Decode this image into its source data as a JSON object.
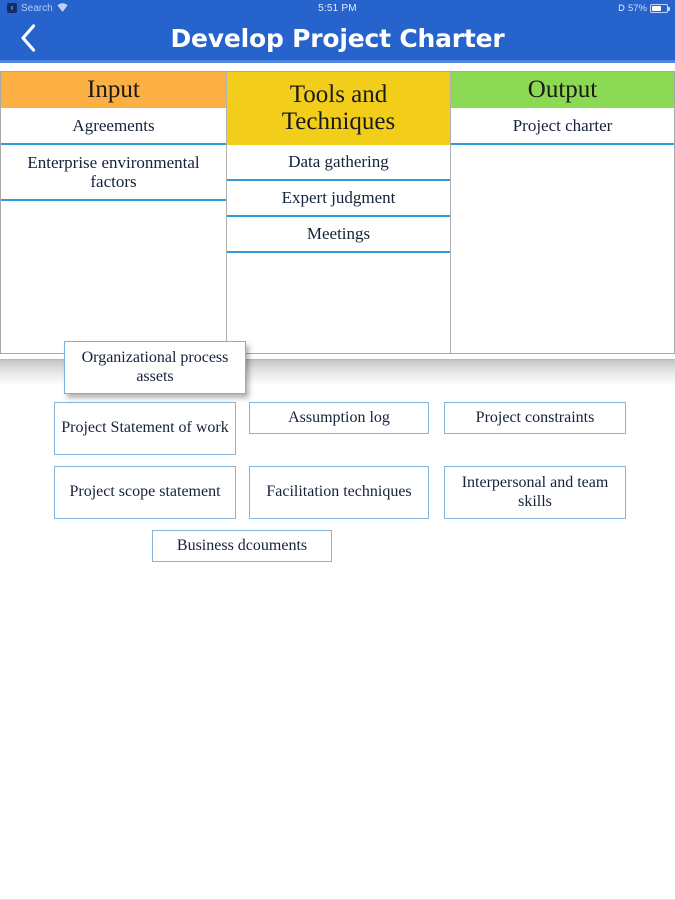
{
  "status_bar": {
    "back_glyph": "‹",
    "search_label": "Search",
    "wifi_icon": "wifi-icon",
    "time": "5:51 PM",
    "bluetooth_icon": "bluetooth-icon",
    "battery_percent": "57%",
    "battery_level": 57
  },
  "nav": {
    "back_icon": "chevron-left-icon",
    "title": "Develop Project Charter"
  },
  "matrix": {
    "columns": [
      {
        "header": "Input",
        "header_color": "#fcaf42",
        "rows": [
          "Agreements",
          "Enterprise environmental factors"
        ],
        "dropzone_color": "#0b8009"
      },
      {
        "header": "Tools and Techniques",
        "header_color": "#f2ce1b",
        "rows": [
          "Data gathering",
          "Expert judgment",
          "Meetings"
        ]
      },
      {
        "header": "Output",
        "header_color": "#8cda54",
        "rows": [
          "Project charter"
        ]
      }
    ],
    "dragged_card": "Organizational process assets",
    "row_divider_color": "#2f9bd8"
  },
  "tray": {
    "rows": [
      [
        "Project Statement of work",
        "Assumption log",
        "Project constraints"
      ],
      [
        "Project scope statement",
        "Facilitation techniques",
        "Interpersonal and team skills"
      ],
      [
        "Business dcouments"
      ]
    ]
  },
  "theme": {
    "nav_blue": "#2763cc",
    "card_border": "#85b4dd"
  }
}
